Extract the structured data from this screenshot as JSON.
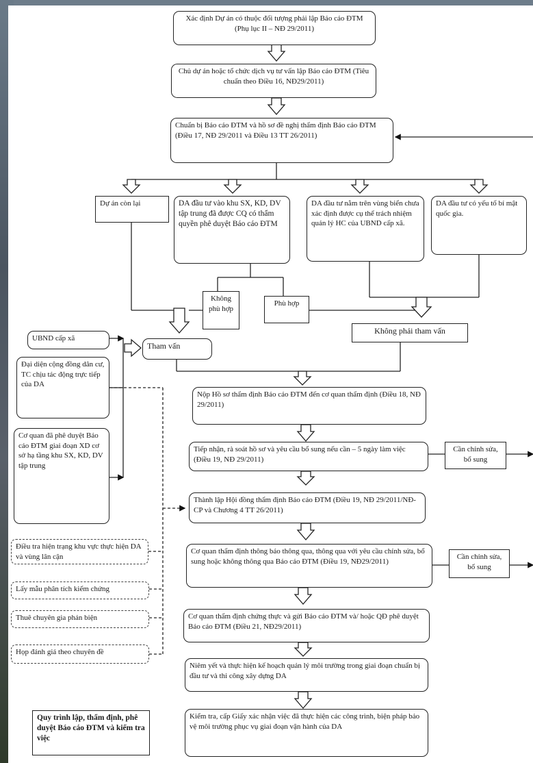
{
  "steps": {
    "s1": "Xác định Dự án có thuộc đối tượng phải lập Báo cáo ĐTM (Phụ lục II – NĐ 29/2011)",
    "s2": "Chủ dự án hoặc tổ chức dịch vụ tư vấn lập Báo cáo ĐTM (Tiêu chuẩn theo Điều 16, NĐ29/2011)",
    "s3": "Chuẩn bị Báo cáo ĐTM và hồ sơ đề nghị thẩm định Báo cáo ĐTM (Điều 17, NĐ 29/2011 và Điều 13 TT 26/2011)",
    "s4": "Nộp Hồ sơ thẩm định Báo cáo ĐTM đến cơ quan thẩm định (Điều 18, NĐ 29/2011)",
    "s5": "Tiếp nhận, rà soát hồ sơ và yêu cầu bổ sung nếu cần – 5 ngày làm việc (Điều 19, NĐ 29/2011)",
    "s6": "Thành lập Hội đồng thẩm định Báo cáo ĐTM (Điều 19, NĐ 29/2011/NĐ-CP và Chương 4 TT 26/2011)",
    "s7": "Cơ quan thẩm định thông báo thông qua, thông qua với yêu cầu chỉnh sửa, bổ sung hoặc không thông qua Báo cáo ĐTM (Điều 19, NĐ29/2011)",
    "s8": "Cơ quan thẩm định chứng thực và gửi Báo cáo ĐTM và/ hoặc QĐ phê duyệt Báo cáo ĐTM (Điều 21, NĐ29/2011)",
    "s9": "Niêm yết và thực hiện kế hoạch quản lý môi trường trong giai đoạn chuẩn bị đầu tư và thi công xây dựng DA",
    "s10": "Kiểm tra, cấp Giấy xác nhận việc đã thực hiện các công trình, biện pháp bảo vệ môi trường phục vụ giai đoạn vận hành của DA"
  },
  "branches": {
    "b1": "Dự án còn lại",
    "b2": "DA đầu tư vào khu SX, KD, DV tập trung đã được CQ có thẩm quyền phê duyệt Báo cáo ĐTM",
    "b3": "DA đầu tư nằm trên vùng biển chưa xác định được cụ thể trách nhiệm quản lý HC của UBND cấp xã.",
    "b4": "DA đầu tư có yếu tố bí mật quốc gia."
  },
  "decisions": {
    "khong_phu_hop": "Không phù hợp",
    "phu_hop": "Phù hợp",
    "tham_van": "Tham vấn",
    "khong_tham_van": "Không phải tham vấn"
  },
  "consult": {
    "c1": "UBND cấp xã",
    "c2": "Đại diện cộng đồng dân cư, TC chịu tác động trực tiếp của DA",
    "c3": "Cơ quan đã phê duyệt Báo cáo ĐTM giai đoạn XD cơ sở hạ tầng khu SX, KD, DV tập trung"
  },
  "support": {
    "d1": "Điều tra hiện trạng khu vực thực hiện DA và vùng lân cận",
    "d2": "Lấy mẫu phân tích kiểm chứng",
    "d3": "Thuê chuyên gia phản biện",
    "d4": "Họp đánh giá theo chuyên đề"
  },
  "side": {
    "revise1": "Cần chỉnh sửa, bổ sung",
    "revise2": "Cần chỉnh sửa, bổ sung"
  },
  "caption": "Quy trình lập, thẩm định, phê duyệt Báo cáo ĐTM và kiểm tra việc"
}
